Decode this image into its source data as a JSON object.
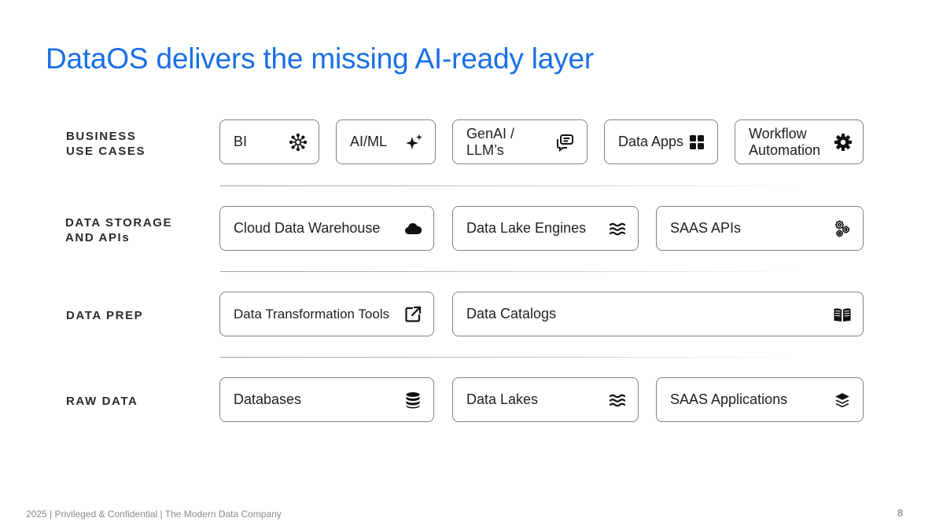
{
  "title": "DataOS delivers the missing AI-ready layer",
  "rows": [
    {
      "label": "BUSINESS\nUSE CASES",
      "boxes": [
        {
          "label": "BI",
          "icon": "network-hub-icon"
        },
        {
          "label": "AI/ML",
          "icon": "sparkle-icon"
        },
        {
          "label": "GenAI / LLM’s",
          "icon": "chat-bubbles-icon"
        },
        {
          "label": "Data Apps",
          "icon": "grid-apps-icon"
        },
        {
          "label": "Workflow\nAutomation",
          "icon": "gear-icon"
        }
      ]
    },
    {
      "label": "DATA STORAGE\nAND APIs",
      "boxes": [
        {
          "label": "Cloud Data Warehouse",
          "icon": "cloud-icon"
        },
        {
          "label": "Data Lake Engines",
          "icon": "water-waves-icon"
        },
        {
          "label": "SAAS APIs",
          "icon": "gears-icon"
        }
      ]
    },
    {
      "label": "DATA PREP",
      "boxes": [
        {
          "label": "Data Transformation Tools",
          "icon": "external-link-icon"
        },
        {
          "label": "Data Catalogs",
          "icon": "open-book-icon"
        }
      ]
    },
    {
      "label": "RAW DATA",
      "boxes": [
        {
          "label": "Databases",
          "icon": "database-icon"
        },
        {
          "label": "Data Lakes",
          "icon": "water-waves-icon"
        },
        {
          "label": "SAAS Applications",
          "icon": "layers-icon"
        }
      ]
    }
  ],
  "footer": "2025 |  Privileged & Confidential | The Modern Data Company",
  "page_number": "8",
  "colors": {
    "title": "#1a6fe6",
    "box_border": "#7b8492",
    "text": "#1f1f1f",
    "footer": "#8b8b8b"
  }
}
